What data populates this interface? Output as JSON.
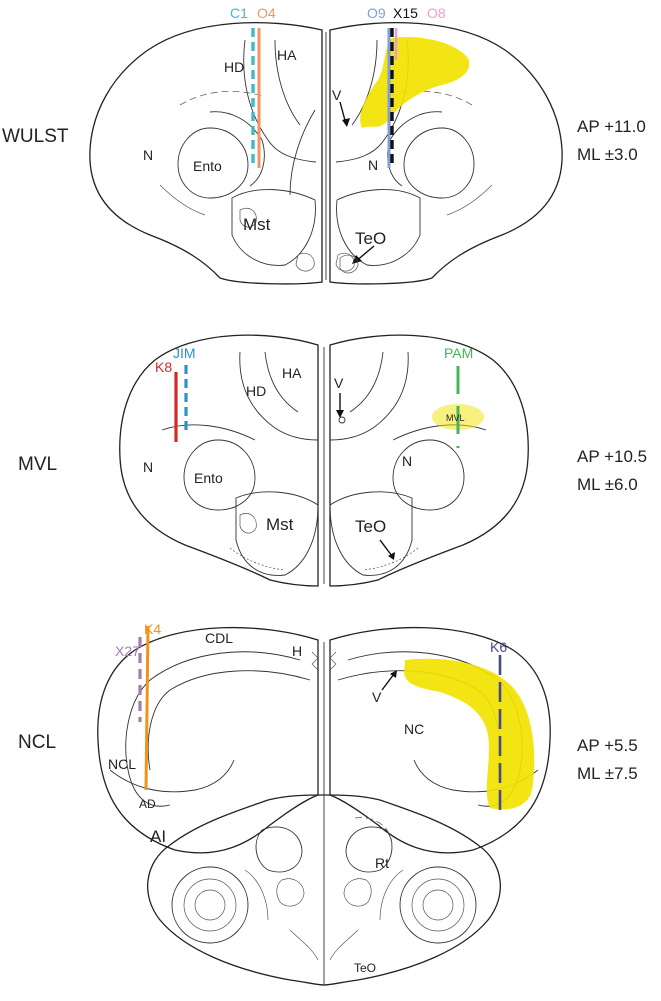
{
  "colors": {
    "outline": "#222222",
    "highlight": "#f2e200",
    "C1": "#45b8c4",
    "O4": "#f0946a",
    "O9": "#7f9fd6",
    "X15": "#111111",
    "O8": "#e9a1c8",
    "K8": "#d42a25",
    "JIM": "#2a92cf",
    "PAM": "#46b457",
    "X27": "#a57bb6",
    "K4": "#f3921b",
    "K6": "#4c4a86"
  },
  "panels": [
    {
      "name": "WULST",
      "coords": [
        "AP +11.0",
        "ML ±3.0"
      ],
      "regions": [
        "HD",
        "HA",
        "N",
        "Ento",
        "Mst",
        "TeO",
        "V",
        "N"
      ],
      "probes": [
        "C1",
        "O4",
        "O9",
        "X15",
        "O8"
      ]
    },
    {
      "name": "MVL",
      "coords": [
        "AP +10.5",
        "ML ±6.0"
      ],
      "regions": [
        "HA",
        "HD",
        "N",
        "Ento",
        "Mst",
        "TeO",
        "V",
        "N",
        "MVL"
      ],
      "probes": [
        "K8",
        "JIM",
        "PAM"
      ]
    },
    {
      "name": "NCL",
      "coords": [
        "AP +5.5",
        "ML ±7.5"
      ],
      "regions": [
        "CDL",
        "H",
        "NCL",
        "AD",
        "AI",
        "V",
        "NC",
        "Rt",
        "TeO"
      ],
      "probes": [
        "X27",
        "K4",
        "K6"
      ]
    }
  ]
}
